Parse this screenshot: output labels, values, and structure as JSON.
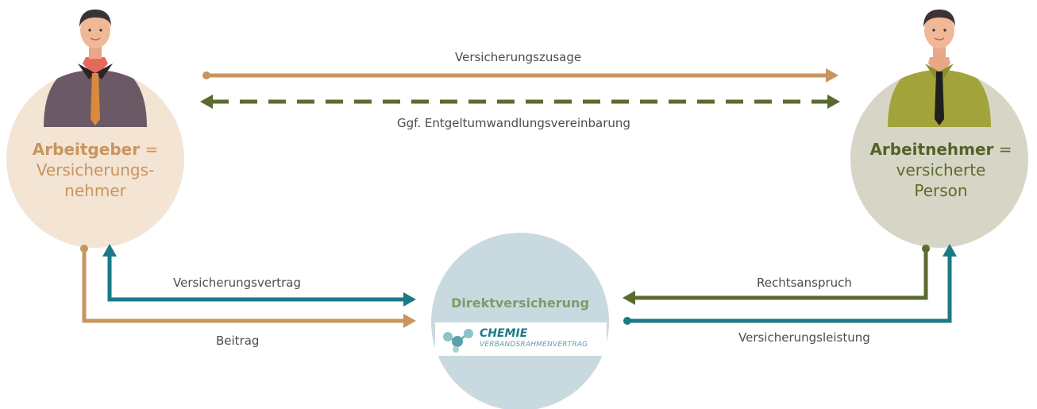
{
  "colors": {
    "employer_circle": "#f3e4d4",
    "employee_circle": "#d7d6c6",
    "direct_circle": "#c9d9e0",
    "tan_arrow": "#c8955e",
    "olive_arrow": "#5b6b2e",
    "teal_arrow": "#1a7a86",
    "employer_text": "#c8955e",
    "employee_text": "#55622a"
  },
  "employer": {
    "role": "Arbeitgeber",
    "eq": " =",
    "line2": "Versicherungs-",
    "line3": "nehmer"
  },
  "employee": {
    "role": "Arbeitnehmer",
    "eq": " =",
    "line2": "versicherte",
    "line3": "Person"
  },
  "direct": {
    "title": "Direktversicherung",
    "logo_word": "CHEMIE",
    "logo_sub": "VERBANDSRAHMENVERTRAG"
  },
  "arrows": {
    "top_label": "Versicherungszusage",
    "dashed_label": "Ggf. Entgeltumwandlungsvereinbarung",
    "left_upper_label": "Versicherungsvertrag",
    "left_lower_label": "Beitrag",
    "right_upper_label": "Rechtsanspruch",
    "right_lower_label": "Versicherungsleistung"
  },
  "icons": {
    "employer_person": "businessman-icon",
    "employee_person": "employee-icon",
    "logo": "molecule-icon"
  }
}
